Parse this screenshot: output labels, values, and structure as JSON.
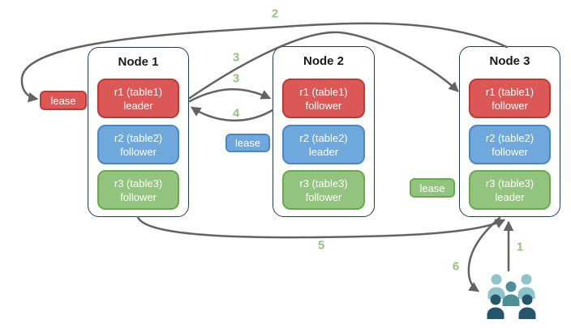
{
  "diagram": {
    "nodes": [
      {
        "title": "Node 1",
        "replicas": [
          {
            "line1": "r1 (table1)",
            "line2": "leader",
            "color": "red"
          },
          {
            "line1": "r2 (table2)",
            "line2": "follower",
            "color": "blue"
          },
          {
            "line1": "r3 (table3)",
            "line2": "follower",
            "color": "green"
          }
        ]
      },
      {
        "title": "Node 2",
        "replicas": [
          {
            "line1": "r1 (table1)",
            "line2": "follower",
            "color": "red"
          },
          {
            "line1": "r2 (table2)",
            "line2": "leader",
            "color": "blue"
          },
          {
            "line1": "r3 (table3)",
            "line2": "follower",
            "color": "green"
          }
        ]
      },
      {
        "title": "Node 3",
        "replicas": [
          {
            "line1": "r1 (table1)",
            "line2": "follower",
            "color": "red"
          },
          {
            "line1": "r2 (table2)",
            "line2": "follower",
            "color": "blue"
          },
          {
            "line1": "r3 (table3)",
            "line2": "leader",
            "color": "green"
          }
        ]
      }
    ],
    "leases": [
      {
        "label": "lease",
        "color": "red"
      },
      {
        "label": "lease",
        "color": "blue"
      },
      {
        "label": "lease",
        "color": "green"
      }
    ],
    "step_labels": [
      "1",
      "2",
      "3",
      "3",
      "4",
      "5",
      "6"
    ],
    "icons": {
      "users_group": "users-icon"
    },
    "colors": {
      "red_fill": "#DB5856",
      "red_border": "#C13832",
      "blue_fill": "#6FA8DC",
      "blue_border": "#4A86C8",
      "green_fill": "#93C47D",
      "green_border": "#6AA84F",
      "arrow": "#636363",
      "node_border": "#1F3A5F",
      "step_label": "#93C47D",
      "users_light": "#8CC4C9",
      "users_mid": "#4E8E99",
      "users_dark": "#24556B"
    }
  }
}
